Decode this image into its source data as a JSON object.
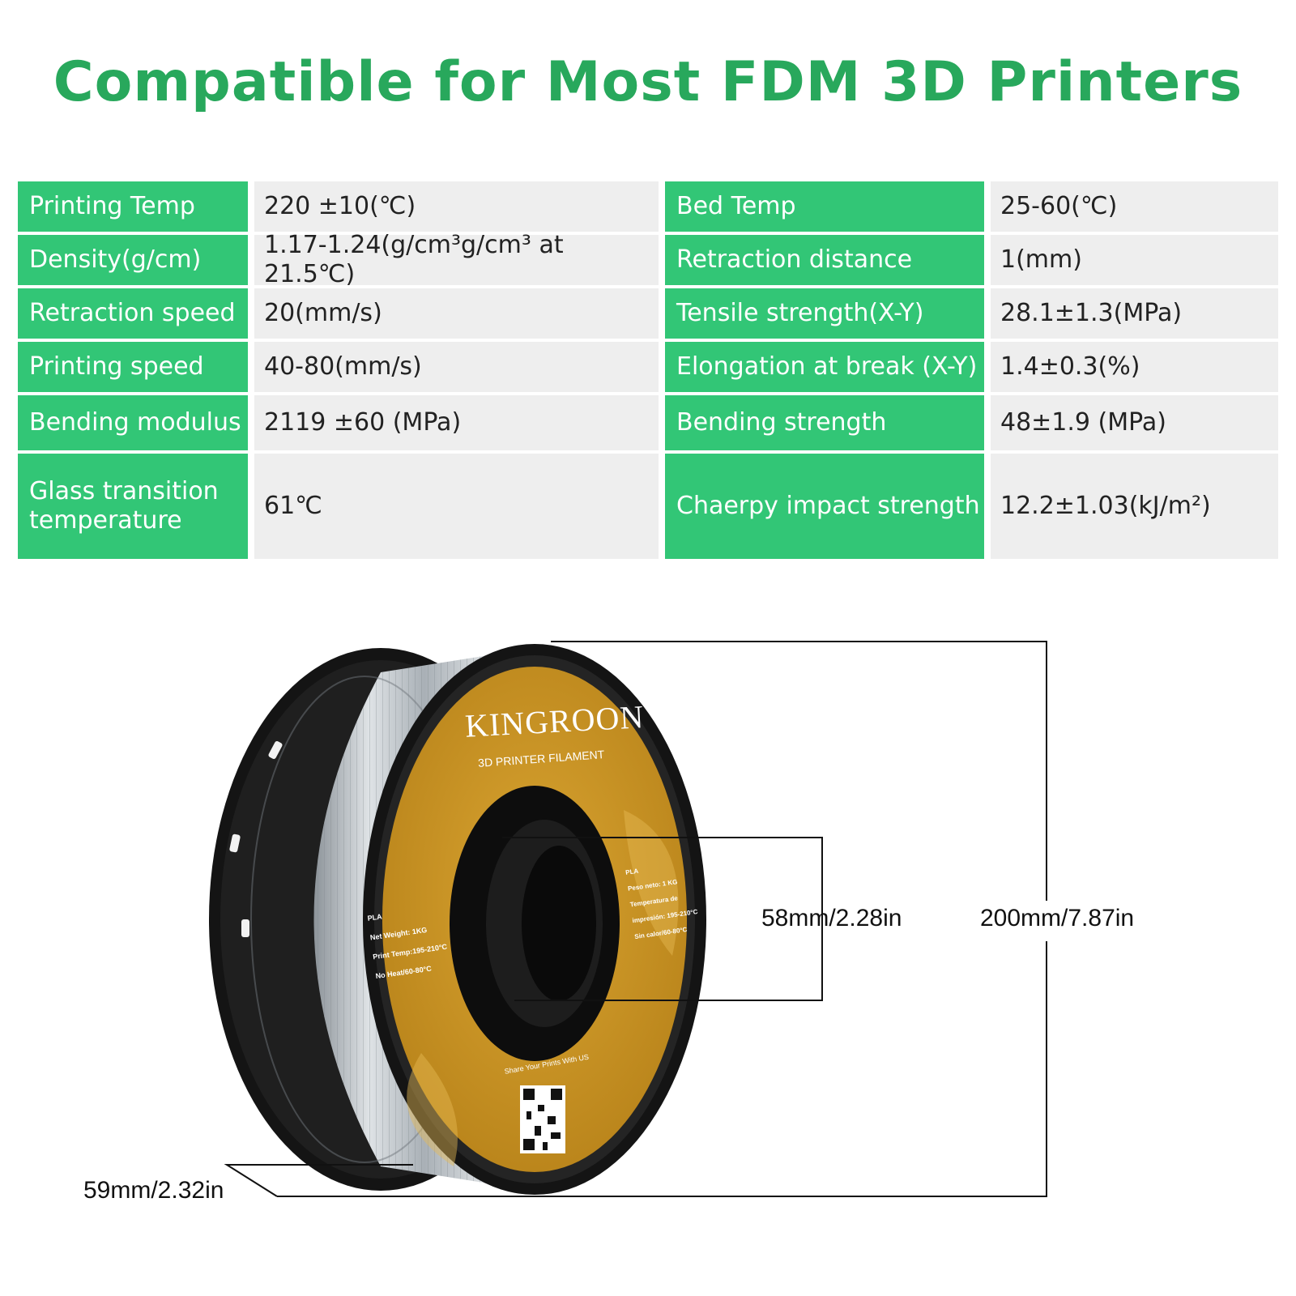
{
  "title": "Compatible for Most FDM 3D Printers",
  "specs": {
    "left": [
      {
        "label": "Printing Temp",
        "value": "220 ±10(℃)"
      },
      {
        "label": "Density(g/cm)",
        "value": "1.17-1.24(g/cm³g/cm³ at 21.5℃)"
      },
      {
        "label": "Retraction speed",
        "value": "20(mm/s)"
      },
      {
        "label": "Printing speed",
        "value": "40-80(mm/s)"
      },
      {
        "label": "Bending modulus",
        "value": "2119 ±60 (MPa)"
      },
      {
        "label": "Glass transition temperature",
        "value": "61℃"
      }
    ],
    "right": [
      {
        "label": "Bed Temp",
        "value": "25-60(℃)"
      },
      {
        "label": "Retraction distance",
        "value": "1(mm)"
      },
      {
        "label": "Tensile strength(X-Y)",
        "value": "28.1±1.3(MPa)"
      },
      {
        "label": "Elongation at break (X-Y)",
        "value": "1.4±0.3(%)"
      },
      {
        "label": "Bending strength",
        "value": "48±1.9 (MPa)"
      },
      {
        "label": "Chaerpy impact strength",
        "value": "12.2±1.03(kJ/m²)"
      }
    ]
  },
  "spool": {
    "brand": "KINGROON",
    "subtitle": "3D PRINTER FILAMENT",
    "label_left": [
      "PLA",
      "Net Weight: 1KG",
      "Print Temp:195-210°C",
      "No Heat/60-80°C"
    ],
    "label_right": [
      "PLA",
      "Peso neto: 1 KG",
      "Temperatura de",
      "impresión: 195-210°C",
      "Sin calor/60-80°C"
    ],
    "share_text": "Share Your Prints With US"
  },
  "dimensions": {
    "inner": "58mm/2.28in",
    "outer": "200mm/7.87in",
    "width": "59mm/2.32in"
  },
  "colors": {
    "title_green": "#28a85c",
    "label_green": "#32c676",
    "value_gray": "#eeeeee",
    "spool_black": "#141414",
    "label_gold": "#c8921f",
    "filament_silver": "#b8bec4"
  }
}
